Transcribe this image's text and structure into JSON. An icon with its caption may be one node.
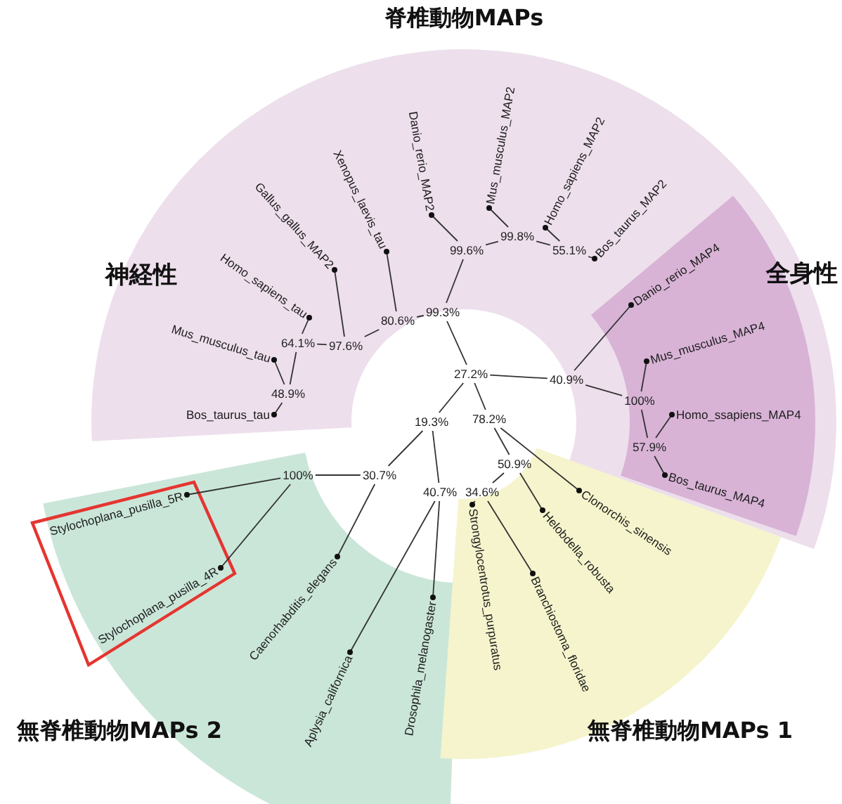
{
  "diagram": {
    "nodes": [
      {
        "text": [
          "脊椎動物MAPs",
          "神経性"
        ]
      },
      {
        "text": [
          "全身性"
        ],
        "in": 0
      },
      {
        "text": [
          "無脊椎動物MAPs 2"
        ]
      },
      {
        "text": [],
        "shape": "box",
        "in": 2
      },
      {
        "text": [
          "無脊椎動物MAPs 1"
        ]
      },
      {
        "text": [
          "27.2%"
        ]
      },
      {
        "text": [
          "99.3%"
        ]
      },
      {
        "text": [
          "80.6%"
        ],
        "in": 0
      },
      {
        "text": [
          "97.6%"
        ],
        "in": 0
      },
      {
        "text": [
          "64.1%"
        ],
        "in": 0
      },
      {
        "text": [
          "48.9%"
        ],
        "in": 0
      },
      {
        "text": [
          "99.6%"
        ],
        "in": 0
      },
      {
        "text": [
          "99.8%"
        ],
        "in": 0
      },
      {
        "text": [
          "55.1%"
        ],
        "in": 0
      },
      {
        "text": [
          "40.9%"
        ]
      },
      {
        "text": [
          "100%"
        ],
        "in": 1
      },
      {
        "text": [
          "57.9%"
        ],
        "in": 1
      },
      {
        "text": [
          "19.3%"
        ]
      },
      {
        "text": [
          "30.7%"
        ]
      },
      {
        "text": [
          "100%"
        ],
        "in": 2
      },
      {
        "text": [
          "40.7%"
        ]
      },
      {
        "text": [
          "78.2%"
        ]
      },
      {
        "text": [
          "50.9%"
        ]
      },
      {
        "text": [
          "34.6%"
        ]
      },
      {
        "text": [
          "Bos_taurus_tau"
        ],
        "in": 0
      },
      {
        "text": [
          "Mus_musculus_tau"
        ],
        "in": 0
      },
      {
        "text": [
          "Homo_sapiens_tau"
        ],
        "in": 0
      },
      {
        "text": [
          "Gallus_gallus_MAP2"
        ],
        "in": 0
      },
      {
        "text": [
          "Xenopus_laevis_tau"
        ],
        "in": 0
      },
      {
        "text": [
          "Danio_rerio_MAP2"
        ],
        "in": 0
      },
      {
        "text": [
          "Mus_musculus_MAP2"
        ],
        "in": 0
      },
      {
        "text": [
          "Homo_sapiens_MAP2"
        ],
        "in": 0
      },
      {
        "text": [
          "Bos_taurus_MAP2"
        ],
        "in": 0
      },
      {
        "text": [
          "Danio_rerio_MAP4"
        ],
        "in": 1
      },
      {
        "text": [
          "Mus_musculus_MAP4"
        ],
        "in": 1
      },
      {
        "text": [
          "Homo_ssapiens_MAP4"
        ],
        "in": 1
      },
      {
        "text": [
          "Bos_taurus_MAP4"
        ],
        "in": 1
      },
      {
        "text": [
          "Stylochoplana_pusilla_5R"
        ],
        "in": 3
      },
      {
        "text": [
          "Stylochoplana_pusilla_4R"
        ],
        "in": 3
      },
      {
        "text": [
          "Caenorhabditis_elegans"
        ],
        "in": 2
      },
      {
        "text": [
          "Aplysia_californica"
        ],
        "in": 2
      },
      {
        "text": [
          "Drosophila_melanogaster"
        ],
        "in": 2
      },
      {
        "text": [
          "Strongylocentrotus_purpuratus"
        ],
        "in": 4
      },
      {
        "text": [
          "Branchiostoma_floridae"
        ],
        "in": 4
      },
      {
        "text": [
          "Helobdella_robusta"
        ],
        "in": 4
      },
      {
        "text": [
          "Clonorchis_sinensis"
        ],
        "in": 4
      }
    ],
    "edges": [
      {
        "from": 5,
        "to": 6,
        "arrow": "none"
      },
      {
        "from": 5,
        "to": 14,
        "arrow": "none"
      },
      {
        "from": 5,
        "to": 17,
        "arrow": "none"
      },
      {
        "from": 5,
        "to": 21,
        "arrow": "none"
      },
      {
        "from": 6,
        "to": 7,
        "arrow": "none"
      },
      {
        "from": 6,
        "to": 11,
        "arrow": "none"
      },
      {
        "from": 7,
        "to": 28,
        "arrow": "other"
      },
      {
        "from": 7,
        "to": 8,
        "arrow": "none"
      },
      {
        "from": 8,
        "to": 27,
        "arrow": "other"
      },
      {
        "from": 8,
        "to": 9,
        "arrow": "none"
      },
      {
        "from": 9,
        "to": 26,
        "arrow": "other"
      },
      {
        "from": 9,
        "to": 10,
        "arrow": "none"
      },
      {
        "from": 10,
        "to": 25,
        "arrow": "other"
      },
      {
        "from": 10,
        "to": 24,
        "arrow": "other"
      },
      {
        "from": 11,
        "to": 29,
        "arrow": "other"
      },
      {
        "from": 11,
        "to": 12,
        "arrow": "none"
      },
      {
        "from": 12,
        "to": 30,
        "arrow": "other"
      },
      {
        "from": 12,
        "to": 13,
        "arrow": "none"
      },
      {
        "from": 13,
        "to": 31,
        "arrow": "other"
      },
      {
        "from": 13,
        "to": 32,
        "arrow": "other"
      },
      {
        "from": 14,
        "to": 33,
        "arrow": "other"
      },
      {
        "from": 14,
        "to": 15,
        "arrow": "none"
      },
      {
        "from": 15,
        "to": 34,
        "arrow": "other"
      },
      {
        "from": 15,
        "to": 16,
        "arrow": "none"
      },
      {
        "from": 16,
        "to": 35,
        "arrow": "other"
      },
      {
        "from": 16,
        "to": 36,
        "arrow": "other"
      },
      {
        "from": 17,
        "to": 18,
        "arrow": "none"
      },
      {
        "from": 17,
        "to": 20,
        "arrow": "none"
      },
      {
        "from": 18,
        "to": 19,
        "arrow": "none"
      },
      {
        "from": 18,
        "to": 39,
        "arrow": "other"
      },
      {
        "from": 19,
        "to": 37,
        "arrow": "other"
      },
      {
        "from": 19,
        "to": 38,
        "arrow": "other"
      },
      {
        "from": 20,
        "to": 40,
        "arrow": "other"
      },
      {
        "from": 20,
        "to": 41,
        "arrow": "other"
      },
      {
        "from": 21,
        "to": 45,
        "arrow": "other"
      },
      {
        "from": 21,
        "to": 22,
        "arrow": "none"
      },
      {
        "from": 22,
        "to": 44,
        "arrow": "other"
      },
      {
        "from": 22,
        "to": 23,
        "arrow": "none"
      },
      {
        "from": 23,
        "to": 42,
        "arrow": "other"
      },
      {
        "from": 23,
        "to": 43,
        "arrow": "other"
      }
    ]
  }
}
